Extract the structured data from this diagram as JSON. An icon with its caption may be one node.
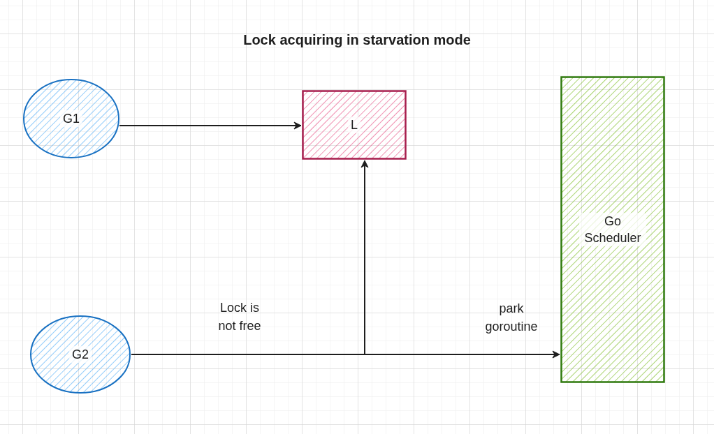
{
  "diagram": {
    "title": "Lock acquiring in starvation mode",
    "nodes": [
      {
        "text": [
          "G1"
        ]
      },
      {
        "text": [
          "L"
        ]
      },
      {
        "text": [
          "G2"
        ]
      },
      {
        "text": [
          "Go Scheduler"
        ]
      }
    ],
    "edges": [
      {
        "from": 0,
        "to": 1,
        "arrow": "to"
      },
      {
        "from": 2,
        "to": 1,
        "arrow": "to",
        "label": "Lock is not free"
      },
      {
        "from": 2,
        "to": 3,
        "arrow": "to",
        "label": "park goroutine"
      }
    ]
  }
}
